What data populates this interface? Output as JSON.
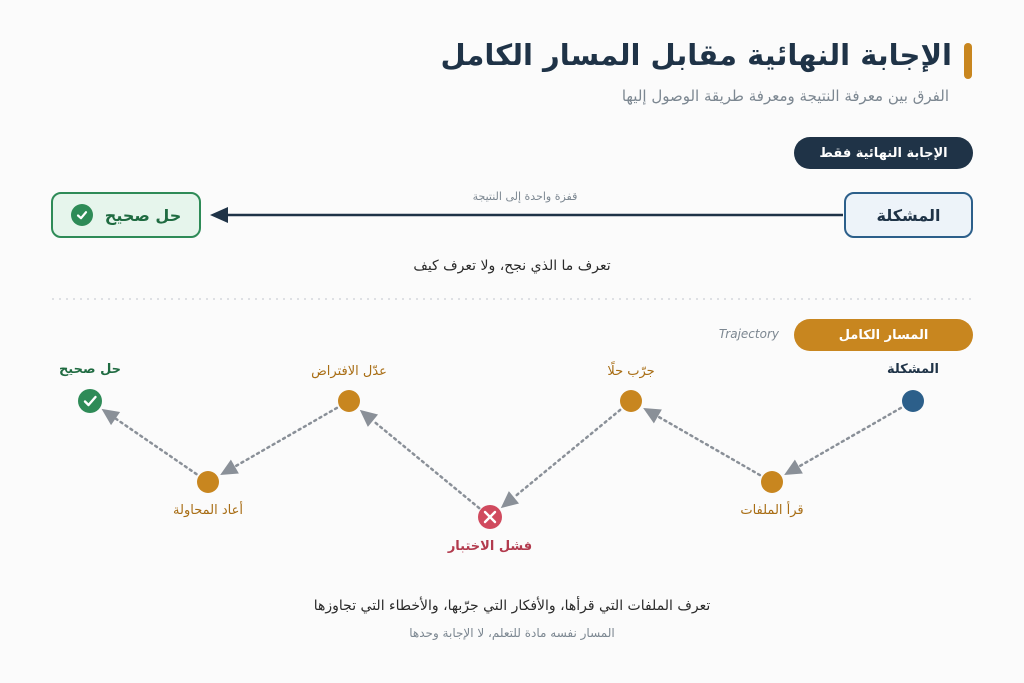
{
  "header": {
    "title": "الإجابة النهائية مقابل المسار الكامل",
    "subtitle": "الفرق بين معرفة النتيجة ومعرفة طريقة الوصول إليها"
  },
  "final_answer_section": {
    "pill_label": "الإجابة النهائية فقط",
    "problem_label": "المشكلة",
    "jump_label": "قفزة واحدة إلى النتيجة",
    "correct_label": "حل صحيح",
    "note": "تعرف ما الذي نجح، ولا تعرف كيف"
  },
  "trajectory_section": {
    "pill_label": "المسار الكامل",
    "english_label": "Trajectory",
    "nodes": [
      {
        "label": "المشكلة",
        "kind": "start",
        "color": "#2c5f8a"
      },
      {
        "label": "قرأ الملفات",
        "kind": "step",
        "color": "#c8861f"
      },
      {
        "label": "جرّب حلًا",
        "kind": "step",
        "color": "#c8861f"
      },
      {
        "label": "فشل الاختبار",
        "kind": "fail",
        "color": "#d04a5e"
      },
      {
        "label": "عدّل الافتراض",
        "kind": "step",
        "color": "#c8861f"
      },
      {
        "label": "أعاد المحاولة",
        "kind": "step",
        "color": "#c8861f"
      },
      {
        "label": "حل صحيح",
        "kind": "success",
        "color": "#2e8b57"
      }
    ],
    "note": "تعرف الملفات التي قرأها، والأفكار التي جرّبها، والأخطاء التي تجاوزها",
    "subnote": "المسار نفسه مادة للتعلم، لا الإجابة وحدها"
  },
  "colors": {
    "navy": "#1f3347",
    "gold": "#c8861f",
    "green": "#2e8b57",
    "red": "#d04a5e",
    "blue": "#2c5f8a"
  }
}
